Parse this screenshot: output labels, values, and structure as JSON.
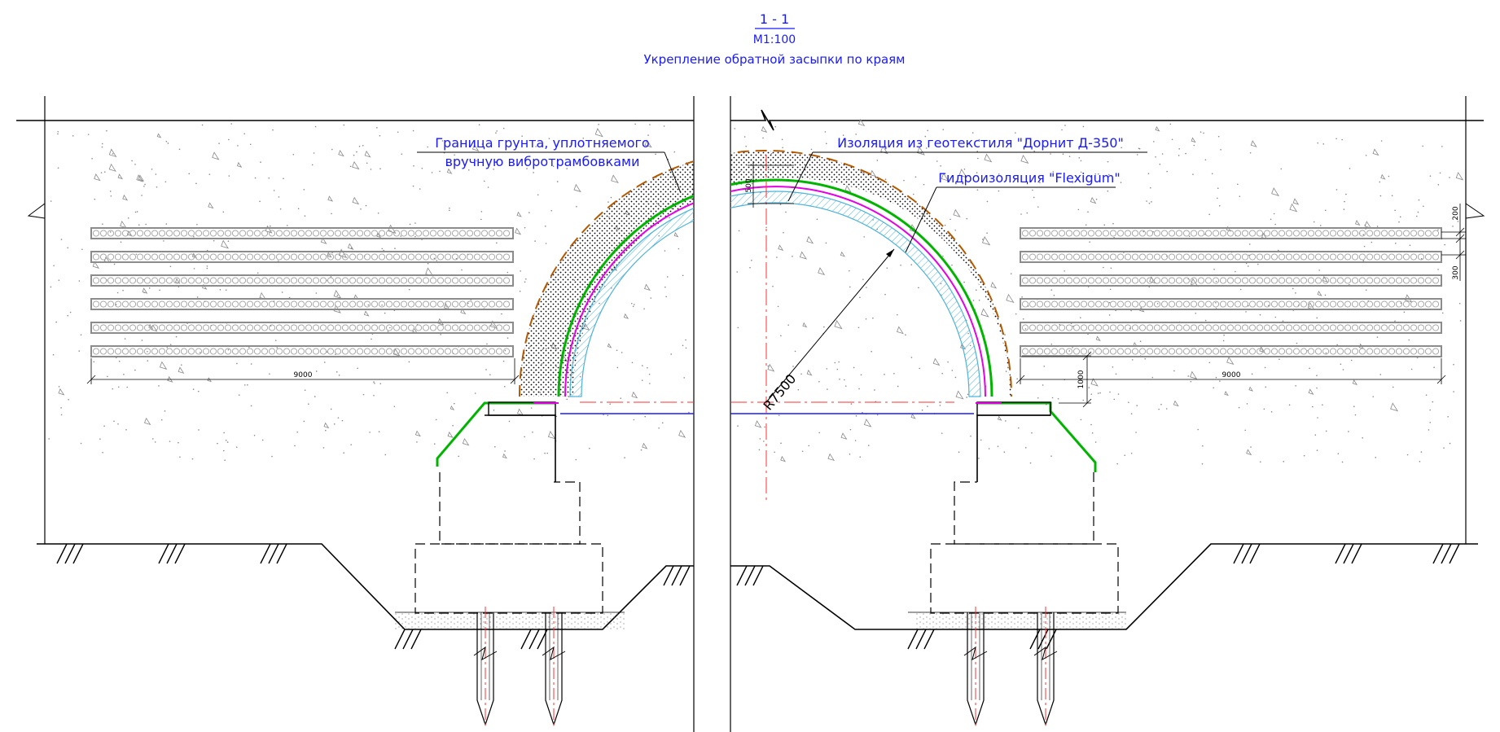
{
  "header": {
    "section_mark": "1 - 1",
    "scale": "М1:100",
    "subtitle": "Укрепление обратной засыпки по краям"
  },
  "callouts": {
    "soil_boundary_line1": "Граница грунта, уплотняемого",
    "soil_boundary_line2": "вручную вибротрамбовками",
    "geotextile": "Изоляция из геотекстиля \"Дорнит Д-350\"",
    "waterproofing": "Гидроизоляция \"Flexigum\""
  },
  "dimensions": {
    "radius": "R7500",
    "pipe_row_width_left": "9000",
    "pipe_row_width_right": "9000",
    "arch_cover": "500",
    "spacing_top": "200",
    "spacing_rows": "300",
    "base_height": "1000"
  },
  "colors": {
    "annotation": "#1a1aff",
    "waterproof_membrane": "#00b400",
    "geotextile_layer": "#e600e6",
    "arch_shell": "#4fb3d9",
    "soil_boundary": "#b35900",
    "centerline": "#ff3333",
    "pipe_outline": "#8c8c8c"
  }
}
